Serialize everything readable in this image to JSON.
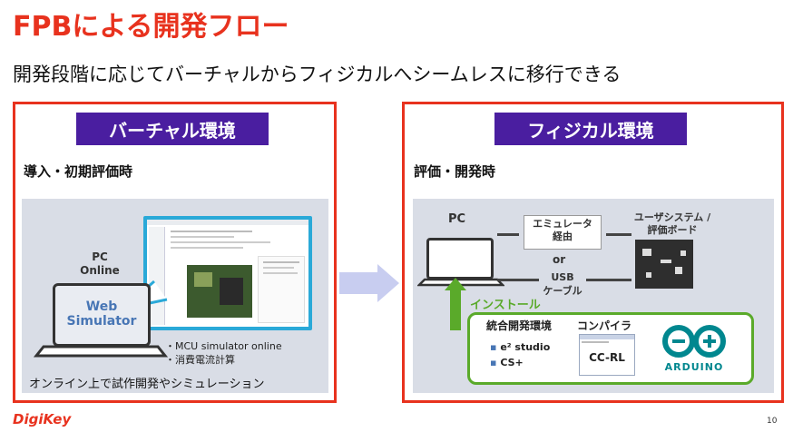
{
  "slide": {
    "title": "FPBによる開発フロー",
    "subtitle": "開発段階に応じてバーチャルからフィジカルへシームレスに移行できる",
    "brand": "DigiKey",
    "page_number": "10"
  },
  "virtual": {
    "heading": "バーチャル環境",
    "stage": "導入・初期評価時",
    "pc_label": "PC\nOnline",
    "pc_line1": "PC",
    "pc_line2": "Online",
    "screen_line1": "Web",
    "screen_line2": "Simulator",
    "bullets": [
      "・MCU simulator online",
      "・消費電流計算"
    ],
    "caption": "オンライン上で試作開発やシミュレーション"
  },
  "physical": {
    "heading": "フィジカル環境",
    "stage": "評価・開発時",
    "pc": "PC",
    "emulator_line1": "エミュレータ",
    "emulator_line2": "経由",
    "or": "or",
    "usb_line1": "USB",
    "usb_line2": "ケーブル",
    "user_system_line1": "ユーザシステム /",
    "user_system_line2": "評価ボード",
    "install": "インストール",
    "ide_heading": "統合開発環境",
    "ide_items": [
      "e² studio",
      "CS+"
    ],
    "compiler_heading": "コンパイラ",
    "compiler_name": "CC-RL",
    "arduino": "ARDUINO"
  },
  "colors": {
    "accent_red": "#e8321e",
    "heading_purple": "#4a1ea0",
    "install_green": "#5aaa2a",
    "arrow_fill": "#c8cdf0",
    "arduino_teal": "#00878f"
  }
}
